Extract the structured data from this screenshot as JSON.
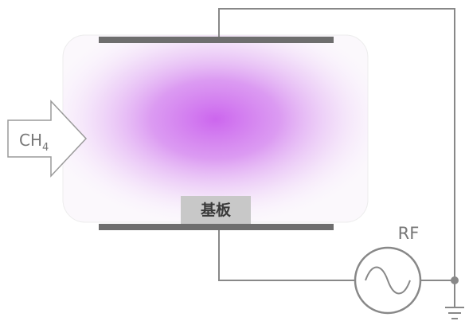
{
  "gas_inlet": {
    "formula_main": "CH",
    "formula_subscript": "4"
  },
  "substrate": {
    "label": "基板"
  },
  "power_source": {
    "label": "RF"
  },
  "colors": {
    "plasma_core": "#cc66ee",
    "electrode": "#6e6e6e",
    "wire": "#888888",
    "substrate_fill": "#c8c8c8",
    "chamber_border": "#e4e4e4"
  }
}
